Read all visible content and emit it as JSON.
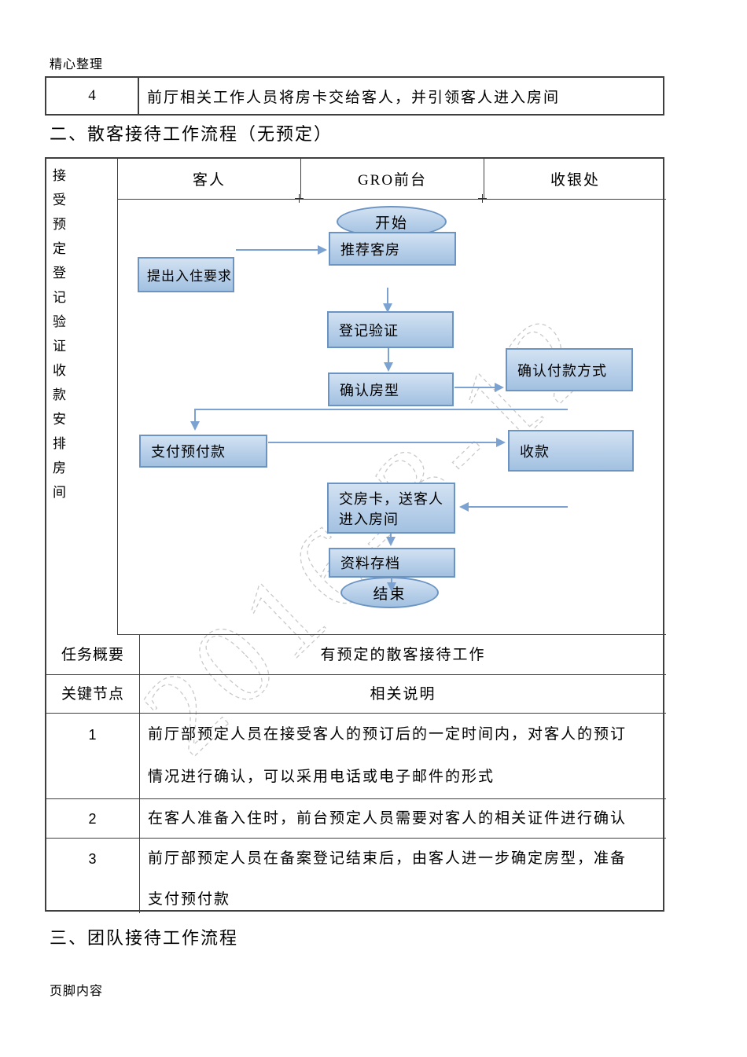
{
  "page": {
    "tagline": "精心整理",
    "footer": "页脚内容",
    "watermark": "2016-3-12"
  },
  "headings": {
    "section2": "二、散客接待工作流程（无预定）",
    "section3": "三、团队接待工作流程"
  },
  "top_table": {
    "row": {
      "num": "4",
      "text": "前厅相关工作人员将房卡交给客人，并引领客人进入房间"
    }
  },
  "flow_table": {
    "side_label": "接受预定登记验证收款安排房间",
    "columns": [
      "客人",
      "GRO前台",
      "收银处"
    ],
    "summary_label": "任务概要",
    "summary_value": "有预定的散客接待工作",
    "key_label": "关键节点",
    "key_value": "相关说明",
    "rows": [
      {
        "num": "1",
        "lines": [
          "前厅部预定人员在接受客人的预订后的一定时间内，对客人的预订",
          "情况进行确认，可以采用电话或电子邮件的形式"
        ]
      },
      {
        "num": "2",
        "lines": [
          "在客人准备入住时，前台预定人员需要对客人的相关证件进行确认"
        ]
      },
      {
        "num": "3",
        "lines": [
          "前厅部预定人员在备案登记结束后，由客人进一步确定房型，准备",
          "支付预付款"
        ]
      }
    ]
  },
  "flowchart": {
    "start_label": "开始",
    "end_label": "结束",
    "guest_request": "提出入住要求",
    "recommend_room": "推荐客房",
    "register_verify": "登记验证",
    "confirm_room_type": "确认房型",
    "confirm_payment_method": "确认付款方式",
    "pay_deposit": "支付预付款",
    "collect_payment": "收款",
    "hand_key_line1": "交房卡，送客人",
    "hand_key_line2": "进入房间",
    "archive": "资料存档"
  },
  "colors": {
    "node_border": "#6b94c2",
    "node_fill_top": "#d3e2f2",
    "node_fill_bottom": "#a2c1e0",
    "arrow": "#7ba2d0",
    "table_border": "#3f3f3f",
    "watermark": "#c9c9c9"
  }
}
